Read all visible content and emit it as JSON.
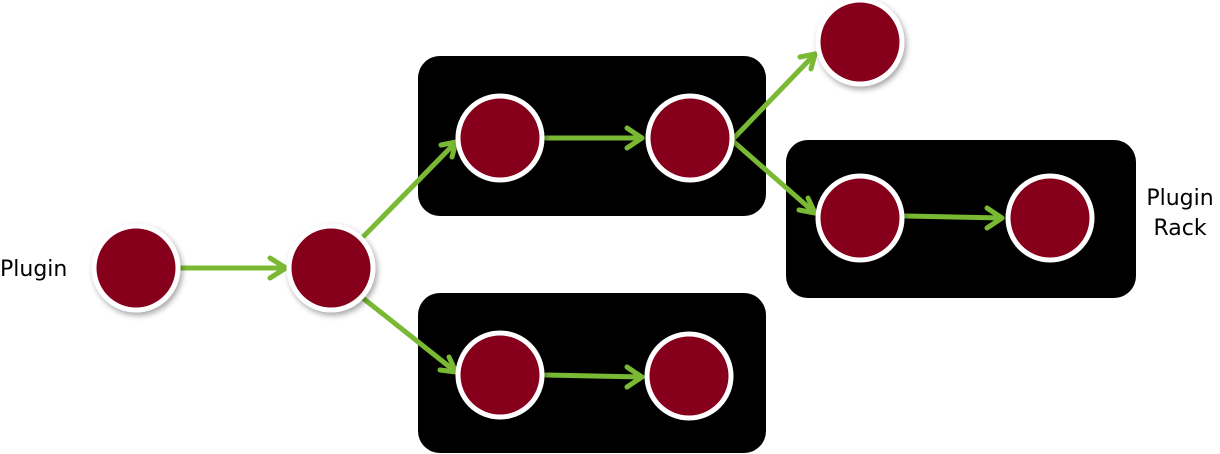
{
  "labels": {
    "plugin": "Plugin",
    "rack_line1": "Plugin",
    "rack_line2": "Rack"
  },
  "colors": {
    "node_fill": "#86001f",
    "node_stroke": "#ffffff",
    "rack_fill": "#000000",
    "arrow": "#7ab934"
  }
}
